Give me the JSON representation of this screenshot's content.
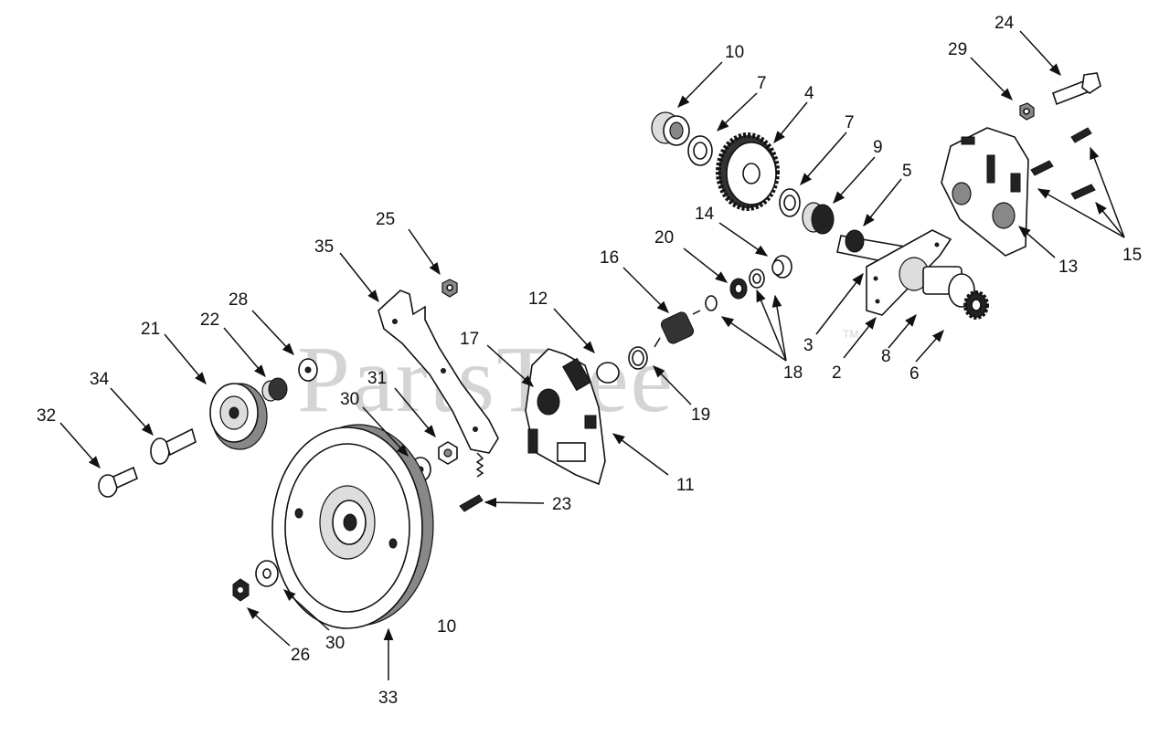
{
  "watermark": {
    "text": "PartsTree",
    "trademark": "TM"
  },
  "callouts": [
    {
      "id": "c10a",
      "text": "10"
    },
    {
      "id": "c7a",
      "text": "7"
    },
    {
      "id": "c4",
      "text": "4"
    },
    {
      "id": "c7b",
      "text": "7"
    },
    {
      "id": "c9",
      "text": "9"
    },
    {
      "id": "c5",
      "text": "5"
    },
    {
      "id": "c29",
      "text": "29"
    },
    {
      "id": "c24",
      "text": "24"
    },
    {
      "id": "c14",
      "text": "14"
    },
    {
      "id": "c20",
      "text": "20"
    },
    {
      "id": "c16",
      "text": "16"
    },
    {
      "id": "c25",
      "text": "25"
    },
    {
      "id": "c35",
      "text": "35"
    },
    {
      "id": "c12",
      "text": "12"
    },
    {
      "id": "c28",
      "text": "28"
    },
    {
      "id": "c22",
      "text": "22"
    },
    {
      "id": "c21",
      "text": "21"
    },
    {
      "id": "c17",
      "text": "17"
    },
    {
      "id": "c31",
      "text": "31"
    },
    {
      "id": "c34",
      "text": "34"
    },
    {
      "id": "c30a",
      "text": "30"
    },
    {
      "id": "c32",
      "text": "32"
    },
    {
      "id": "c3",
      "text": "3"
    },
    {
      "id": "c2",
      "text": "2"
    },
    {
      "id": "c8",
      "text": "8"
    },
    {
      "id": "c6",
      "text": "6"
    },
    {
      "id": "c18",
      "text": "18"
    },
    {
      "id": "c19",
      "text": "19"
    },
    {
      "id": "c11",
      "text": "11"
    },
    {
      "id": "c13",
      "text": "13"
    },
    {
      "id": "c15",
      "text": "15"
    },
    {
      "id": "c23",
      "text": "23"
    },
    {
      "id": "c10b",
      "text": "10"
    },
    {
      "id": "c30b",
      "text": "30"
    },
    {
      "id": "c26",
      "text": "26"
    },
    {
      "id": "c33",
      "text": "33"
    }
  ]
}
